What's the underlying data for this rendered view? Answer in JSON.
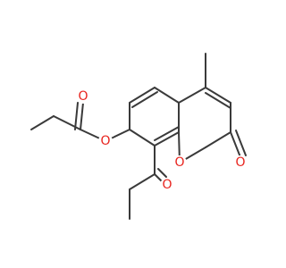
{
  "molecule": {
    "atoms": [
      {
        "id": "O_carbonyl_ester",
        "element": "O",
        "label": "O"
      },
      {
        "id": "O_ester_link",
        "element": "O",
        "label": "O"
      },
      {
        "id": "O_ring",
        "element": "O",
        "label": "O"
      },
      {
        "id": "O_lactone",
        "element": "O",
        "label": "O"
      },
      {
        "id": "O_ketone",
        "element": "O",
        "label": "O"
      }
    ],
    "label_color": "#e8231d",
    "bond_color": "#3a3a3a"
  }
}
